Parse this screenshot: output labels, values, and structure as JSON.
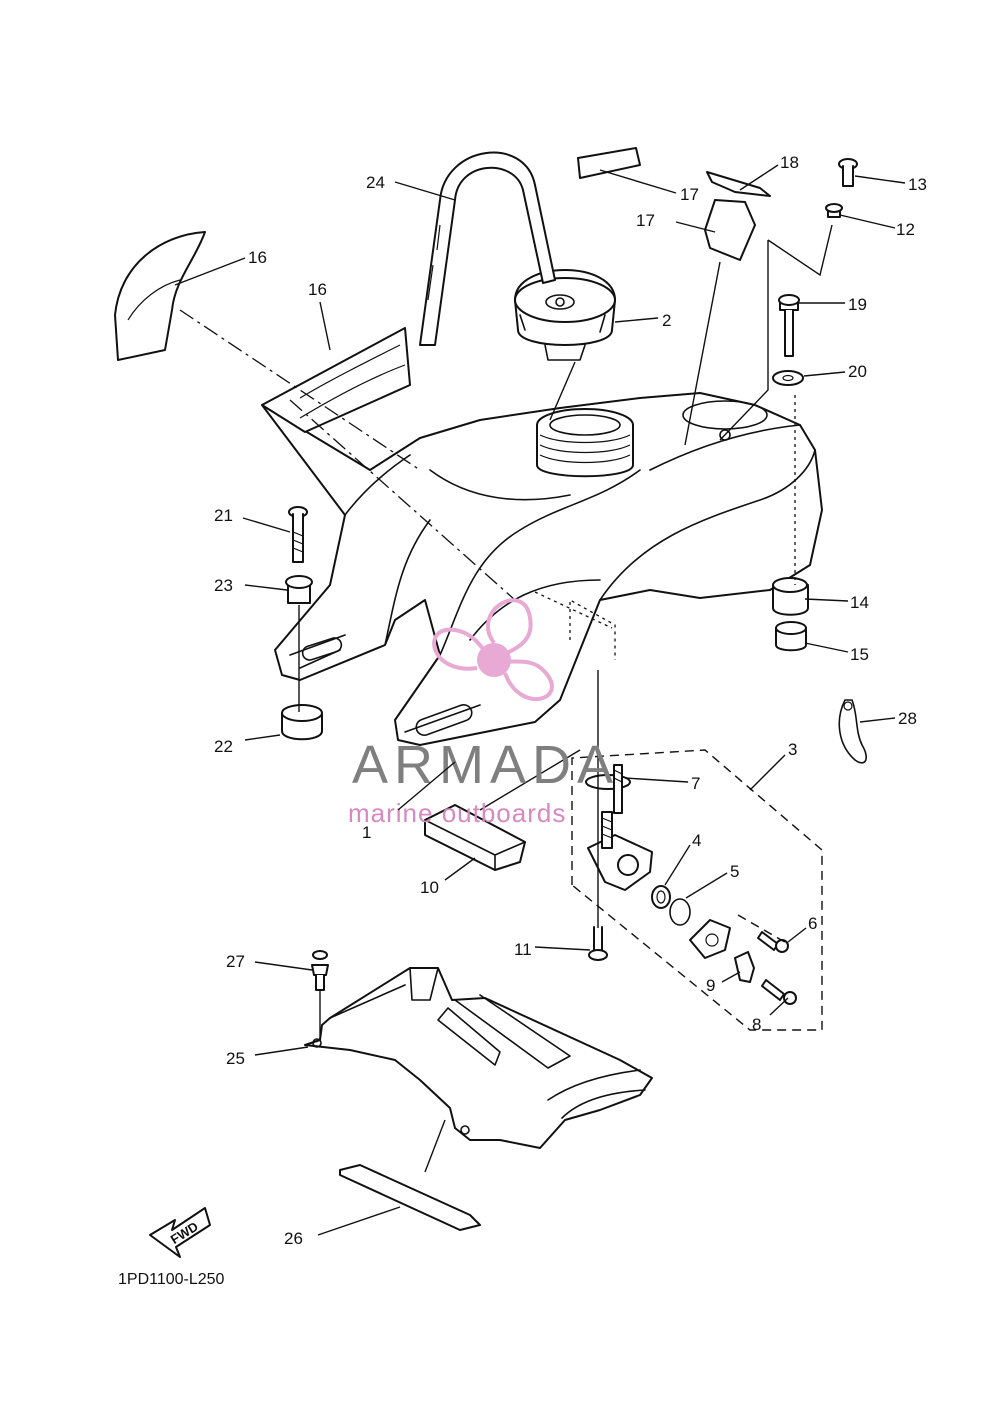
{
  "diagram_code": "1PD1100-L250",
  "watermark": {
    "title": "ARMADA",
    "subtitle": "marine outboards",
    "logo_color": "#e8a9d4",
    "title_color": "#7f7f7f",
    "subtitle_color": "#d889c0"
  },
  "fwd_arrow": {
    "label": "FWD",
    "icon": "fwd-arrow-icon"
  },
  "callouts": {
    "c1": "1",
    "c2": "2",
    "c3": "3",
    "c4": "4",
    "c5": "5",
    "c6": "6",
    "c7": "7",
    "c8": "8",
    "c9": "9",
    "c10": "10",
    "c11": "11",
    "c12": "12",
    "c13": "13",
    "c14": "14",
    "c15": "15",
    "c16a": "16",
    "c16b": "16",
    "c17a": "17",
    "c17b": "17",
    "c18": "18",
    "c19": "19",
    "c20": "20",
    "c21": "21",
    "c22": "22",
    "c23": "23",
    "c24": "24",
    "c25": "25",
    "c26": "26",
    "c27": "27",
    "c28": "28"
  }
}
